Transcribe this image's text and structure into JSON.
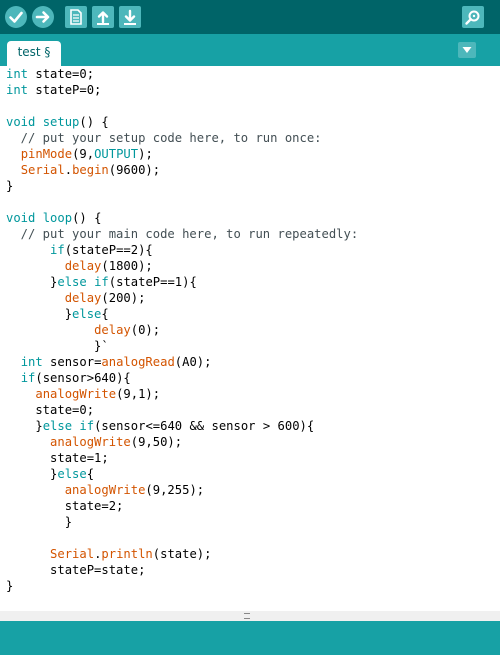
{
  "toolbar": {
    "buttons": [
      {
        "name": "verify",
        "icon": "checkmark-icon"
      },
      {
        "name": "upload",
        "icon": "arrow-right-icon"
      },
      {
        "name": "new",
        "icon": "file-icon"
      },
      {
        "name": "open",
        "icon": "arrow-up-icon"
      },
      {
        "name": "save",
        "icon": "arrow-down-icon"
      }
    ],
    "serial_monitor_icon": "magnifier-icon"
  },
  "tabs": [
    {
      "label": "test §"
    }
  ],
  "code_lines": [
    [
      [
        "kw",
        "int"
      ],
      [
        "t",
        " state=0;"
      ]
    ],
    [
      [
        "kw",
        "int"
      ],
      [
        "t",
        " stateP=0;"
      ]
    ],
    [
      [
        "t",
        ""
      ]
    ],
    [
      [
        "kw",
        "void"
      ],
      [
        "t",
        " "
      ],
      [
        "kw",
        "setup"
      ],
      [
        "t",
        "() {"
      ]
    ],
    [
      [
        "cm",
        "  // put your setup code here, to run once:"
      ]
    ],
    [
      [
        "t",
        "  "
      ],
      [
        "fn",
        "pinMode"
      ],
      [
        "t",
        "(9,"
      ],
      [
        "kw",
        "OUTPUT"
      ],
      [
        "t",
        ");"
      ]
    ],
    [
      [
        "t",
        "  "
      ],
      [
        "fn",
        "Serial"
      ],
      [
        "t",
        "."
      ],
      [
        "fn",
        "begin"
      ],
      [
        "t",
        "(9600);"
      ]
    ],
    [
      [
        "t",
        "}"
      ]
    ],
    [
      [
        "t",
        ""
      ]
    ],
    [
      [
        "kw",
        "void"
      ],
      [
        "t",
        " "
      ],
      [
        "kw",
        "loop"
      ],
      [
        "t",
        "() {"
      ]
    ],
    [
      [
        "cm",
        "  // put your main code here, to run repeatedly:"
      ]
    ],
    [
      [
        "t",
        "      "
      ],
      [
        "kw",
        "if"
      ],
      [
        "t",
        "(stateP==2){"
      ]
    ],
    [
      [
        "t",
        "        "
      ],
      [
        "fn",
        "delay"
      ],
      [
        "t",
        "(1800);"
      ]
    ],
    [
      [
        "t",
        "      }"
      ],
      [
        "kw",
        "else"
      ],
      [
        "t",
        " "
      ],
      [
        "kw",
        "if"
      ],
      [
        "t",
        "(stateP==1){"
      ]
    ],
    [
      [
        "t",
        "        "
      ],
      [
        "fn",
        "delay"
      ],
      [
        "t",
        "(200);"
      ]
    ],
    [
      [
        "t",
        "        }"
      ],
      [
        "kw",
        "else"
      ],
      [
        "t",
        "{"
      ]
    ],
    [
      [
        "t",
        "            "
      ],
      [
        "fn",
        "delay"
      ],
      [
        "t",
        "(0);"
      ]
    ],
    [
      [
        "t",
        "            }`"
      ]
    ],
    [
      [
        "t",
        "  "
      ],
      [
        "kw",
        "int"
      ],
      [
        "t",
        " sensor="
      ],
      [
        "fn",
        "analogRead"
      ],
      [
        "t",
        "(A0);"
      ]
    ],
    [
      [
        "t",
        "  "
      ],
      [
        "kw",
        "if"
      ],
      [
        "t",
        "(sensor>640){"
      ]
    ],
    [
      [
        "t",
        "    "
      ],
      [
        "fn",
        "analogWrite"
      ],
      [
        "t",
        "(9,1);"
      ]
    ],
    [
      [
        "t",
        "    state=0;"
      ]
    ],
    [
      [
        "t",
        "    }"
      ],
      [
        "kw",
        "else"
      ],
      [
        "t",
        " "
      ],
      [
        "kw",
        "if"
      ],
      [
        "t",
        "(sensor<=640 && sensor > 600){"
      ]
    ],
    [
      [
        "t",
        "      "
      ],
      [
        "fn",
        "analogWrite"
      ],
      [
        "t",
        "(9,50);"
      ]
    ],
    [
      [
        "t",
        "      state=1;"
      ]
    ],
    [
      [
        "t",
        "      }"
      ],
      [
        "kw",
        "else"
      ],
      [
        "t",
        "{"
      ]
    ],
    [
      [
        "t",
        "        "
      ],
      [
        "fn",
        "analogWrite"
      ],
      [
        "t",
        "(9,255);"
      ]
    ],
    [
      [
        "t",
        "        state=2;"
      ]
    ],
    [
      [
        "t",
        "        }"
      ]
    ],
    [
      [
        "t",
        ""
      ]
    ],
    [
      [
        "t",
        "      "
      ],
      [
        "fn",
        "Serial"
      ],
      [
        "t",
        "."
      ],
      [
        "fn",
        "println"
      ],
      [
        "t",
        "(state);"
      ]
    ],
    [
      [
        "t",
        "      stateP=state;"
      ]
    ],
    [
      [
        "t",
        "}"
      ]
    ]
  ],
  "colors": {
    "toolbar": "#006468",
    "tabbar": "#17a1a5",
    "button": "#4db7bb",
    "keyword": "#00979c",
    "function": "#d35400",
    "comment": "#434f54"
  }
}
